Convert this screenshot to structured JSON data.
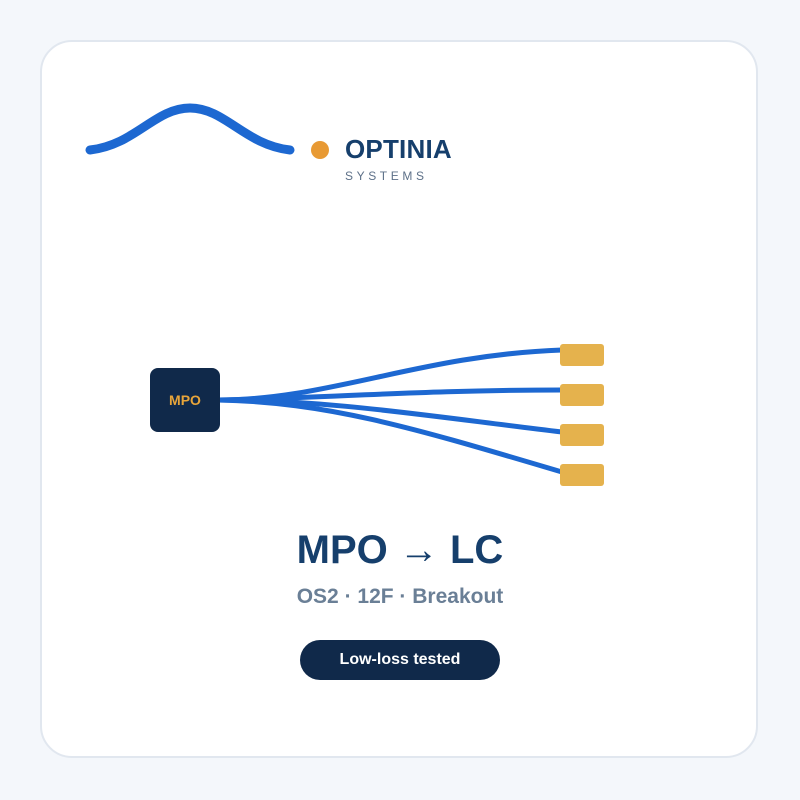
{
  "brand": {
    "name": "OPTINIA",
    "tagline": "SYSTEMS",
    "wave_color": "#1d68d1",
    "dot_color": "#e89a34",
    "text_color": "#163f6c"
  },
  "diagram": {
    "source_connector": "MPO",
    "source_color": "#10294a",
    "source_label_color": "#e8a53a",
    "fiber_color": "#1d68d1",
    "breakout_connector_count": 4,
    "breakout_connector_color": "#e5b24d"
  },
  "product": {
    "title": "MPO → LC",
    "subtitle": "OS2 · 12F · Breakout",
    "badge": "Low-loss tested"
  }
}
